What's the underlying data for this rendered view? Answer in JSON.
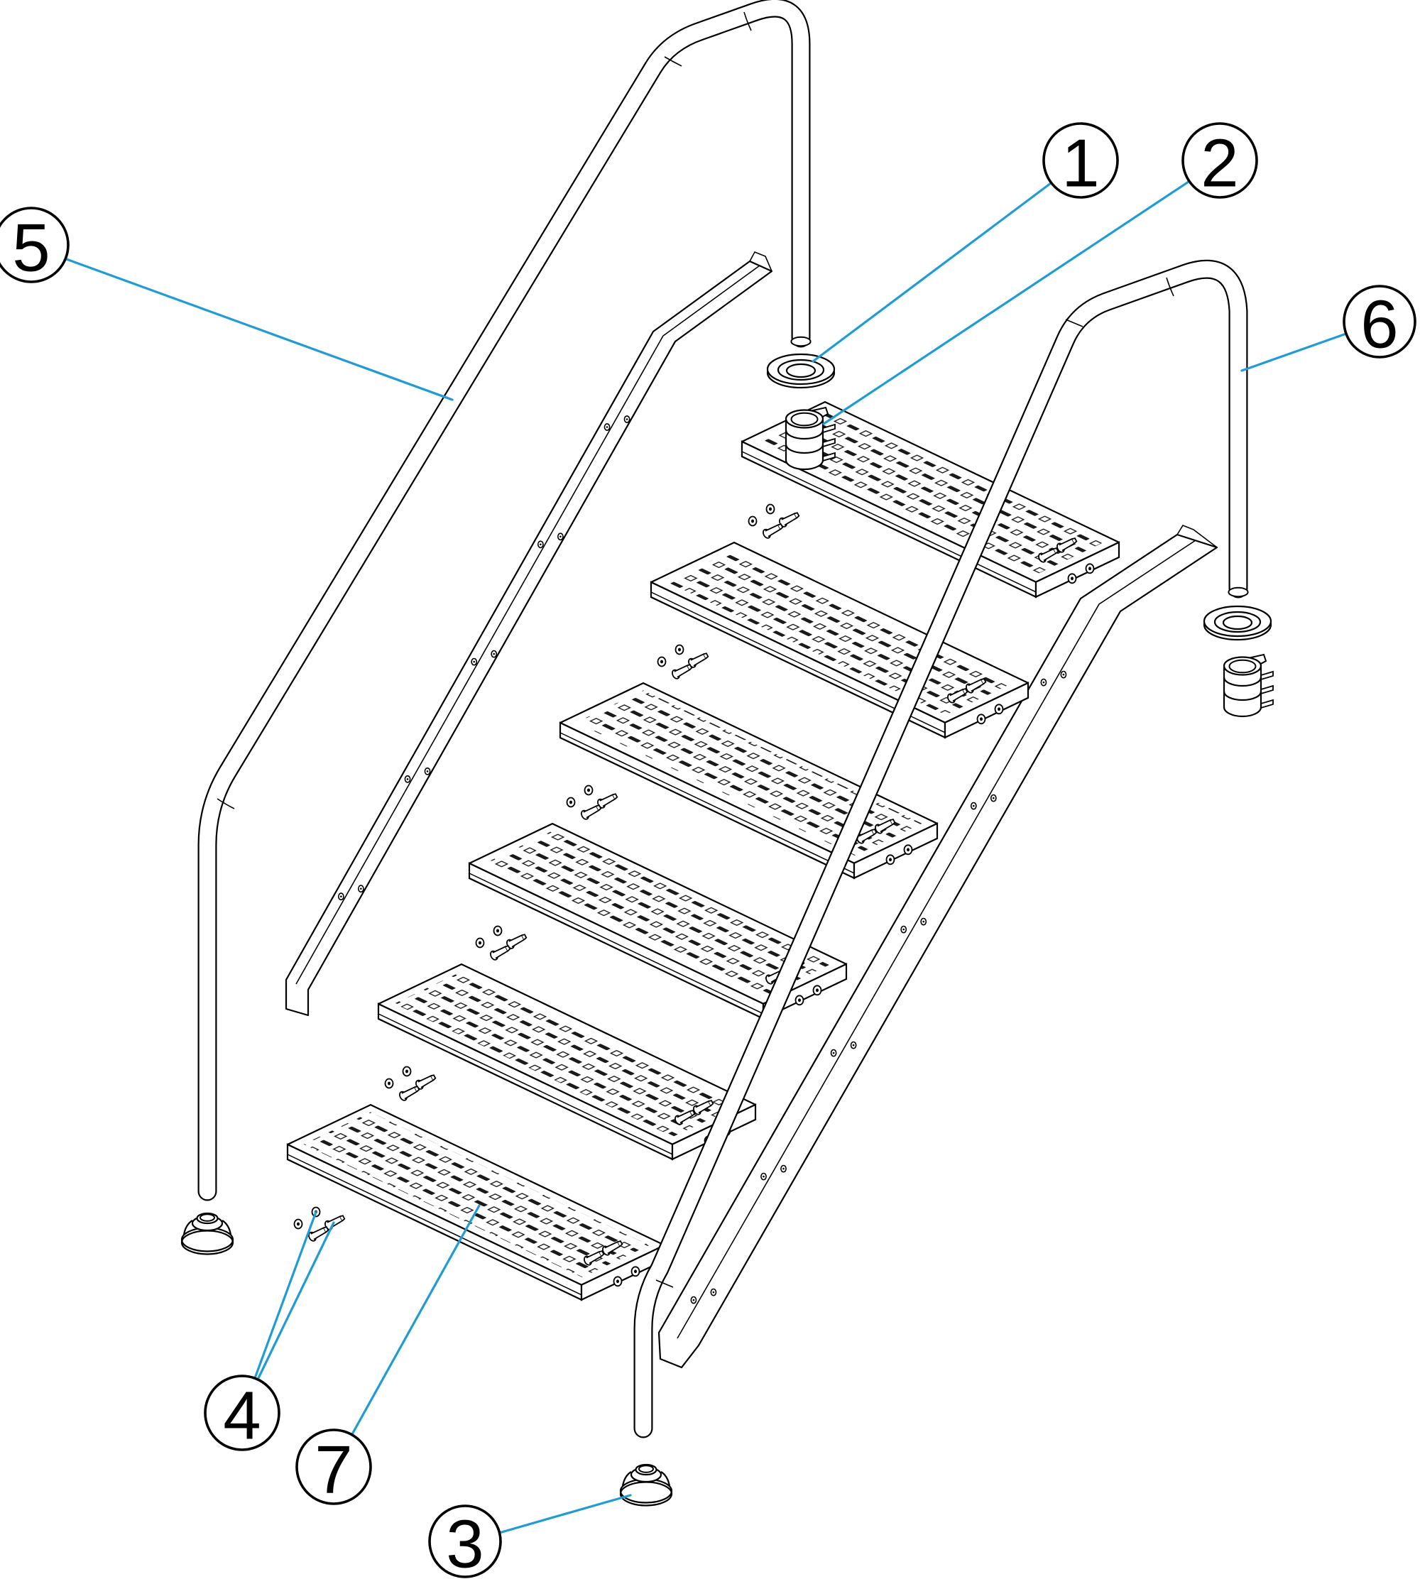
{
  "document": {
    "type": "exploded-parts-diagram",
    "subject": "pool staircase with two handrails, six perforated treads, deck flanges, expansion anchors, rubber feet and fixing screws",
    "background_color": "#ffffff",
    "tread_count": 6,
    "handrail_count": 2,
    "callout_count": 7
  },
  "colors": {
    "line": "#000000",
    "leader": "#1f9cd6",
    "paper": "#ffffff"
  },
  "callouts": [
    {
      "label": "1",
      "part": "deck-flange-escutcheon"
    },
    {
      "label": "2",
      "part": "expansion-anchor-plug"
    },
    {
      "label": "3",
      "part": "rubber-foot-cap"
    },
    {
      "label": "4",
      "part": "fixing-screws-and-washers"
    },
    {
      "label": "5",
      "part": "left-handrail"
    },
    {
      "label": "6",
      "part": "right-handrail"
    },
    {
      "label": "7",
      "part": "perforated-step-tread"
    }
  ]
}
